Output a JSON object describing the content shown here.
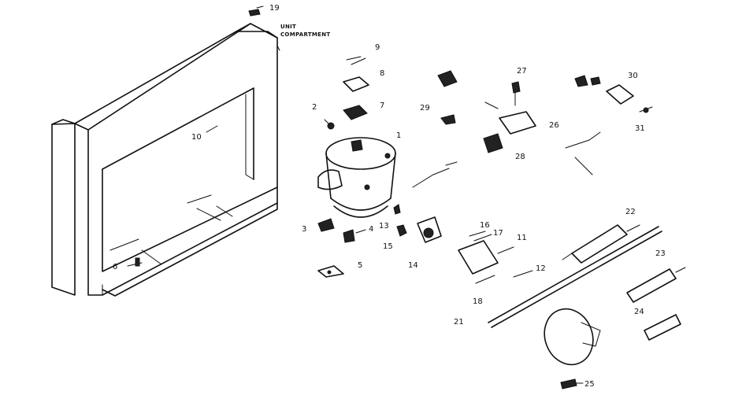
{
  "captions": {
    "unit": "UNIT",
    "compartment": "COMPARTMENT"
  },
  "labels": {
    "p1": "1",
    "p2": "2",
    "p3": "3",
    "p4": "4",
    "p5": "5",
    "p6": "6",
    "p7": "7",
    "p8": "8",
    "p9": "9",
    "p10": "10",
    "p11": "11",
    "p12": "12",
    "p13": "13",
    "p14": "14",
    "p15": "15",
    "p16": "16",
    "p17": "17",
    "p18": "18",
    "p19": "19",
    "p21": "21",
    "p22": "22",
    "p23": "23",
    "p24": "24",
    "p25": "25",
    "p26": "26",
    "p27": "27",
    "p28": "28",
    "p29": "29",
    "p30": "30",
    "p31": "31"
  }
}
